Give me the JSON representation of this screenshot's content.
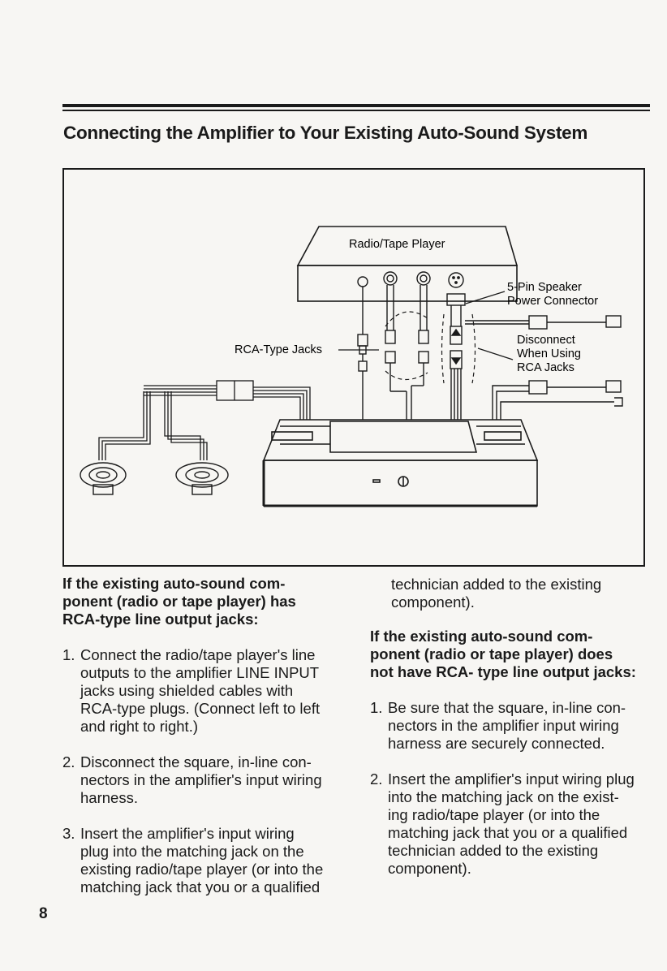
{
  "heading": "Connecting the Amplifier to Your Existing Auto-Sound System",
  "diagram": {
    "radio_label": "Radio/Tape Player",
    "rca_label": "RCA-Type Jacks",
    "speaker_connector_line1": "5-Pin Speaker",
    "speaker_connector_line2": "Power Connector",
    "disconnect_line1": "Disconnect",
    "disconnect_line2": "When Using",
    "disconnect_line3": "RCA Jacks"
  },
  "left_column": {
    "condition_line1": "If the existing auto-sound com-",
    "condition_line2": "ponent (radio or tape player) has",
    "condition_line3": "RCA-type line output jacks:",
    "steps": [
      {
        "number": "1.",
        "lines": [
          "Connect the radio/tape player's line",
          "outputs to the amplifier LINE INPUT",
          "jacks using shielded cables with",
          "RCA-type plugs. (Connect left to left",
          "and right to right.)"
        ]
      },
      {
        "number": "2.",
        "lines": [
          "Disconnect the square, in-line con-",
          "nectors in the amplifier's input wiring",
          "harness."
        ]
      },
      {
        "number": "3.",
        "lines": [
          "Insert the amplifier's input wiring",
          "plug into the matching jack on the",
          "existing radio/tape player (or into the",
          "matching jack that you or a qualified"
        ]
      }
    ]
  },
  "right_column": {
    "continuation_line1": "technician added to the existing",
    "continuation_line2": "component).",
    "condition_line1": "If the existing auto-sound com-",
    "condition_line2": "ponent (radio or tape player) does",
    "condition_line3": "not have RCA- type line output jacks:",
    "steps": [
      {
        "number": "1.",
        "lines": [
          "Be sure that the square, in-line con-",
          "nectors in the amplifier input wiring",
          "harness are securely connected."
        ]
      },
      {
        "number": "2.",
        "lines": [
          "Insert the amplifier's input wiring plug",
          "into the matching jack on the exist-",
          "ing radio/tape player (or into the",
          "matching jack that you or a qualified",
          "technician added to the existing",
          "component)."
        ]
      }
    ]
  },
  "page_number": "8"
}
